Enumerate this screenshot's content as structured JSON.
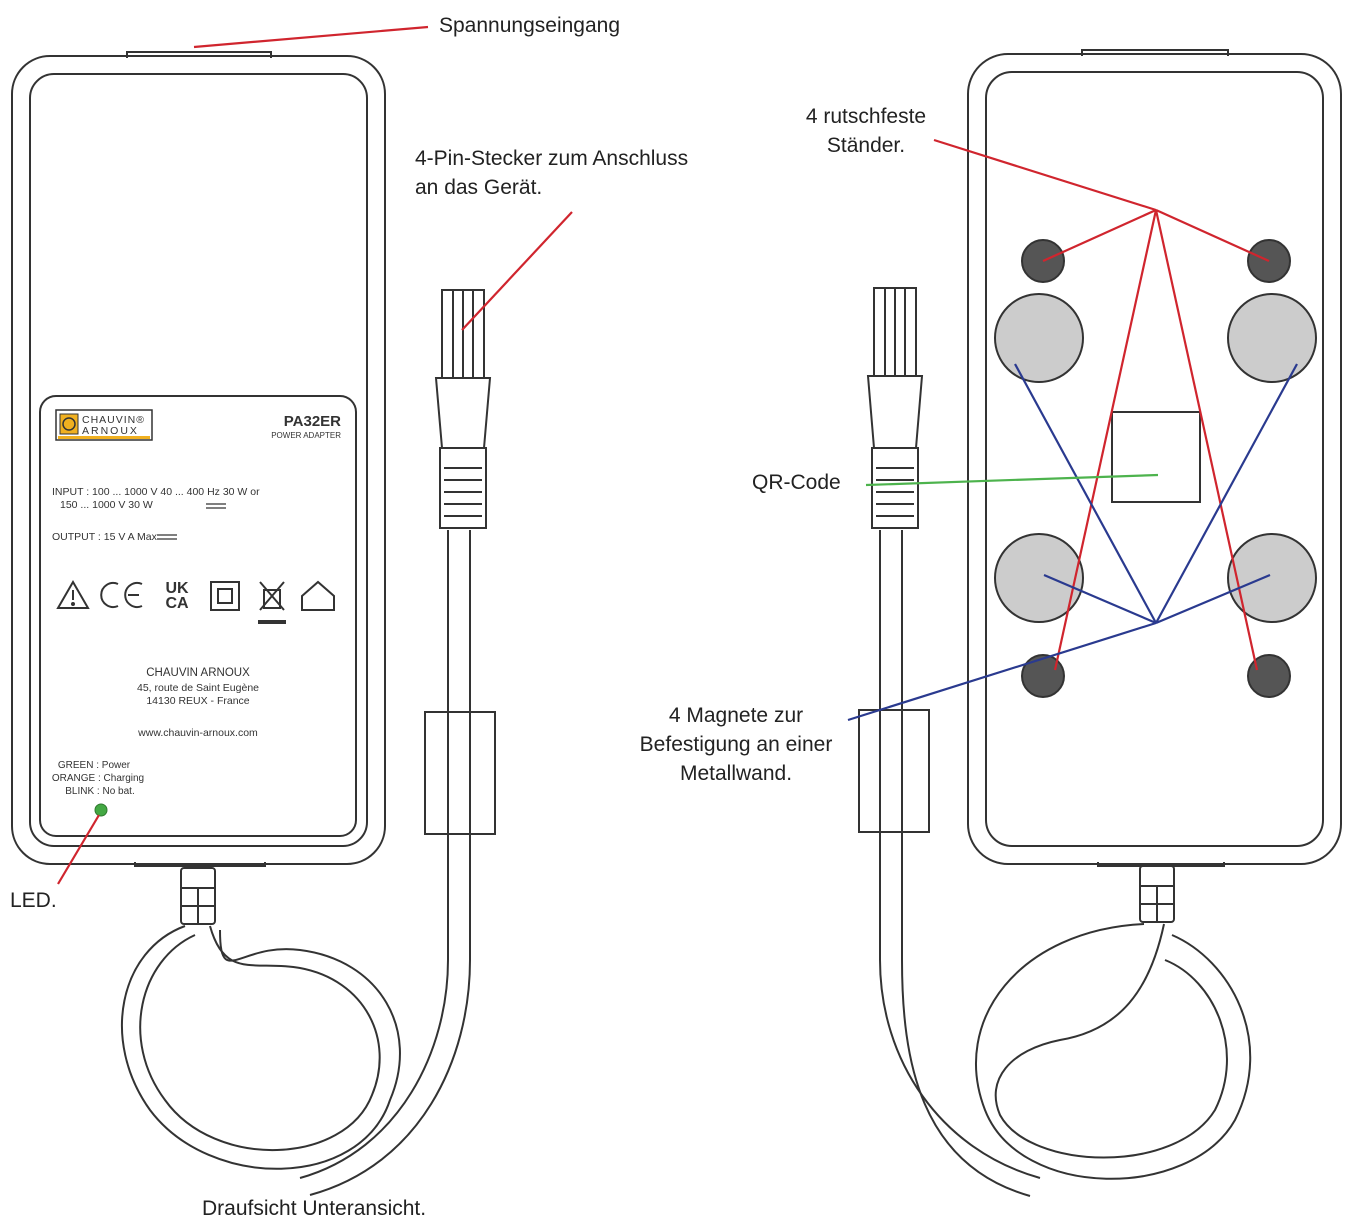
{
  "callouts": {
    "power_input": "Spannungseingang",
    "connector_line1": "4-Pin-Stecker zum Anschluss",
    "connector_line2": "an das Gerät.",
    "stands_line1": "4 rutschfeste",
    "stands_line2": "Ständer.",
    "qr_code": "QR-Code",
    "magnets_line1": "4 Magnete zur",
    "magnets_line2": "Befestigung an einer",
    "magnets_line3": "Metallwand.",
    "led": "LED.",
    "caption": "Draufsicht Unteransicht."
  },
  "label": {
    "brand_line1": "CHAUVIN®",
    "brand_line2": "ARNOUX",
    "model": "PA32ER",
    "model_sub": "POWER ADAPTER",
    "input_line1": "INPUT :  100 ... 1000 V        40 ... 400 Hz 30 W or",
    "input_line2": "150 ... 1000 V          30 W",
    "output_line": "OUTPUT :  15 V          A Max",
    "company": "CHAUVIN ARNOUX",
    "address1": "45, route de Saint Eugène",
    "address2": "14130 REUX - France",
    "website": "www.chauvin-arnoux.com",
    "status_green": "GREEN : Power",
    "status_orange": "ORANGE : Charging",
    "status_blink": "BLINK : No bat.",
    "ukca_line1": "UK",
    "ukca_line2": "CA"
  },
  "colors": {
    "outline": "#333333",
    "red_leader": "#d0252e",
    "blue_leader": "#2a3a8f",
    "green_leader": "#4db34d",
    "led": "#43a843",
    "foot": "#555555",
    "magnet": "#cccccc"
  }
}
